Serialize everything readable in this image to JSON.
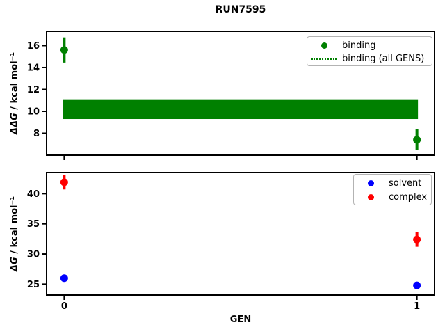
{
  "title": "RUN7595",
  "xlabel": "GEN",
  "colors": {
    "binding": "#008000",
    "solvent": "#0000ff",
    "complex": "#ff0000",
    "axis": "#000000",
    "legend_border": "#b3b3b3"
  },
  "chart_data": [
    {
      "type": "scatter",
      "title": "RUN7595",
      "ylabel": "ΔΔG / kcal mol⁻¹",
      "ylabel_math": "ΔΔG",
      "ylabel_unit": " / kcal mol⁻¹",
      "xlim": [
        -0.05,
        1.05
      ],
      "ylim": [
        6.0,
        17.3
      ],
      "yticks": [
        8,
        10,
        12,
        14,
        16
      ],
      "xticks": [
        0,
        1
      ],
      "xticklabels": [
        "0",
        "1"
      ],
      "show_xticklabels": false,
      "grid": false,
      "legend_position": "upper right",
      "series": [
        {
          "name": "binding",
          "color": "#008000",
          "marker": "circle",
          "x": [
            0,
            1
          ],
          "y": [
            15.6,
            7.4
          ],
          "yerr": [
            1.15,
            0.95
          ]
        }
      ],
      "band": {
        "name": "binding (all GENS)",
        "color": "#008000",
        "linestyle": "dotted",
        "x": [
          0,
          1
        ],
        "y_center": 10.2,
        "y_lo": 9.3,
        "y_hi": 11.1
      }
    },
    {
      "type": "scatter",
      "ylabel": "ΔG / kcal mol⁻¹",
      "ylabel_math": "ΔG",
      "ylabel_unit": " / kcal mol⁻¹",
      "xlim": [
        -0.05,
        1.05
      ],
      "ylim": [
        23.2,
        43.5
      ],
      "yticks": [
        25,
        30,
        35,
        40
      ],
      "xticks": [
        0,
        1
      ],
      "xticklabels": [
        "0",
        "1"
      ],
      "show_xticklabels": true,
      "grid": false,
      "legend_position": "upper right",
      "series": [
        {
          "name": "solvent",
          "color": "#0000ff",
          "marker": "circle",
          "x": [
            0,
            1
          ],
          "y": [
            26.0,
            24.8
          ],
          "yerr": [
            0.3,
            0.3
          ]
        },
        {
          "name": "complex",
          "color": "#ff0000",
          "marker": "circle",
          "x": [
            0,
            1
          ],
          "y": [
            41.9,
            32.4
          ],
          "yerr": [
            1.2,
            1.2
          ]
        }
      ]
    }
  ]
}
